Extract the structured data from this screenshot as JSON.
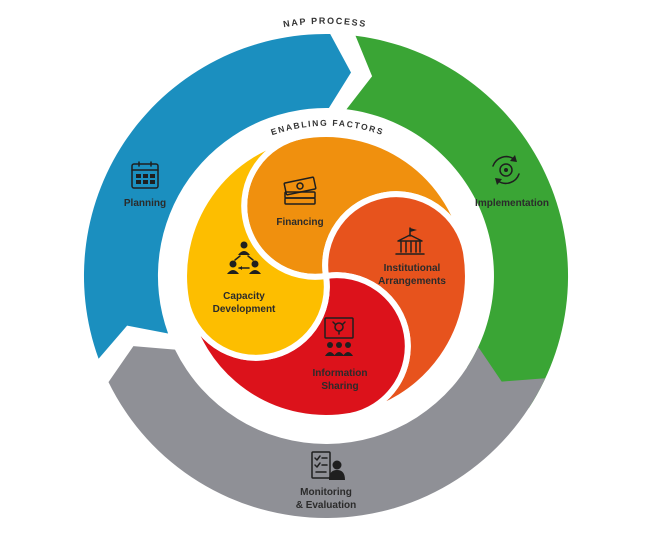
{
  "header": {
    "nap_process": "NAP PROCESS",
    "enabling_factors": "ENABLING FACTORS"
  },
  "outer_ring": [
    {
      "id": "planning",
      "label": "Planning",
      "icon": "calendar-icon",
      "color": "#1b8fbf"
    },
    {
      "id": "implementation",
      "label": "Implementation",
      "icon": "gear-cycle-icon",
      "color": "#3aa535"
    },
    {
      "id": "monitoring",
      "label_line1": "Monitoring",
      "label_line2": "& Evaluation",
      "icon": "checklist-person-icon",
      "color": "#8f9096"
    }
  ],
  "inner_factors": [
    {
      "id": "financing",
      "label": "Financing",
      "icon": "money-stack-icon",
      "color": "#f0900e"
    },
    {
      "id": "institutional",
      "label_line1": "Institutional",
      "label_line2": "Arrangements",
      "icon": "institution-building-icon",
      "color": "#e7531d"
    },
    {
      "id": "information",
      "label_line1": "Information",
      "label_line2": "Sharing",
      "icon": "presentation-board-icon",
      "color": "#dc121b"
    },
    {
      "id": "capacity",
      "label_line1": "Capacity",
      "label_line2": "Development",
      "icon": "team-network-icon",
      "color": "#fdbe00"
    }
  ]
}
